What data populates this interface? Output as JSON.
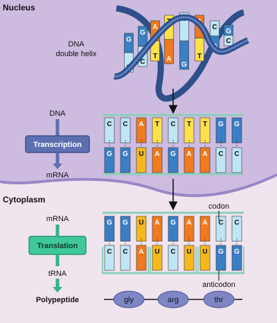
{
  "labels": {
    "nucleus": "Nucleus",
    "dna_double_helix_line1": "DNA",
    "dna_double_helix_line2": "double helix",
    "dna": "DNA",
    "transcription": "Transcription",
    "mrna_top": "mRNA",
    "cytoplasm": "Cytoplasm",
    "mrna_left": "mRNA",
    "translation": "Translation",
    "trna": "tRNA",
    "polypeptide": "Polypeptide",
    "codon": "codon",
    "anticodon": "anticodon"
  },
  "helix_letters": [
    "G",
    "C",
    "G",
    "C",
    "A",
    "T",
    "T",
    "A",
    "C",
    "G",
    "A",
    "T",
    "C",
    "G",
    "G",
    "C"
  ],
  "transcription_panel": {
    "top_row": [
      "C",
      "C",
      "A",
      "T",
      "C",
      "T",
      "T",
      "G",
      "G"
    ],
    "bottom_row": [
      "G",
      "G",
      "U",
      "A",
      "G",
      "A",
      "A",
      "C",
      "C"
    ]
  },
  "translation_panel": {
    "top_row": [
      "G",
      "G",
      "U",
      "A",
      "G",
      "A",
      "A",
      "C",
      "C"
    ],
    "bottom_row": [
      "C",
      "C",
      "A",
      "U",
      "C",
      "U",
      "U",
      "G",
      "G"
    ]
  },
  "amino_acids": [
    "gly",
    "arg",
    "thr"
  ],
  "colors": {
    "nucleus_bg": "#cdbce0",
    "cytoplasm_bg": "#f0e4ee",
    "G": "#3a7fc4",
    "C": "#bfe6f5",
    "A": "#f07a1e",
    "T": "#ffe14a",
    "U": "#f6b91c",
    "green_box": "#40c89a",
    "blue_box": "#5d6fb0",
    "backbone": "#b8eadb",
    "amino_acid": "#7e86c4"
  }
}
